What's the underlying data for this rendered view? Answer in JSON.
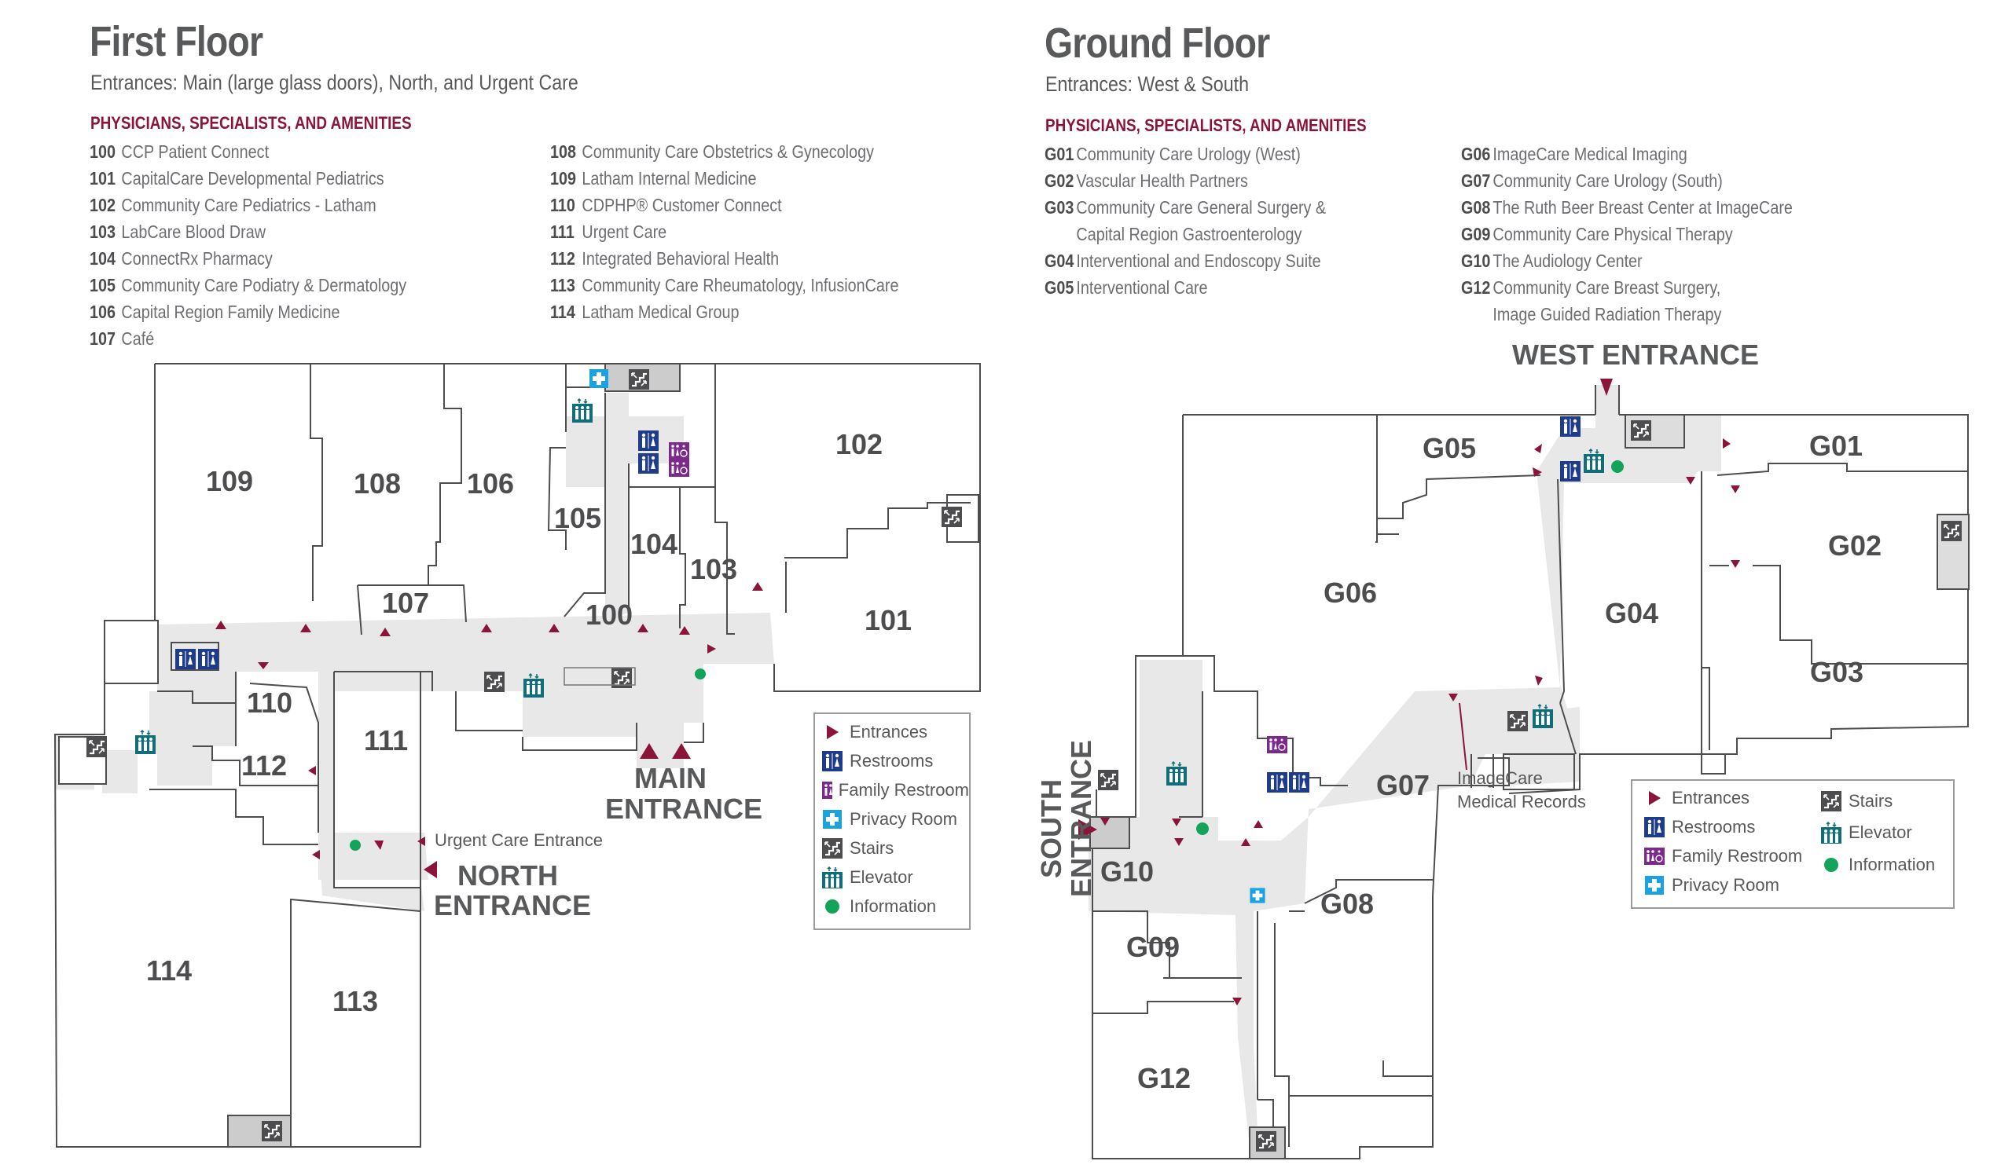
{
  "first_floor": {
    "title": "First Floor",
    "subtitle": "Entrances: Main (large glass doors), North, and Urgent Care",
    "section_heading": "PHYSICIANS, SPECIALISTS, AND AMENITIES",
    "directory_col1": [
      {
        "num": "100",
        "name": "CCP Patient Connect"
      },
      {
        "num": "101",
        "name": "CapitalCare Developmental Pediatrics"
      },
      {
        "num": "102",
        "name": "Community Care Pediatrics - Latham"
      },
      {
        "num": "103",
        "name": "LabCare Blood Draw"
      },
      {
        "num": "104",
        "name": "ConnectRx Pharmacy"
      },
      {
        "num": "105",
        "name": "Community Care Podiatry & Dermatology"
      },
      {
        "num": "106",
        "name": "Capital Region Family Medicine"
      },
      {
        "num": "107",
        "name": "Café"
      }
    ],
    "directory_col2": [
      {
        "num": "108",
        "name": "Community Care Obstetrics & Gynecology"
      },
      {
        "num": "109",
        "name": "Latham Internal Medicine"
      },
      {
        "num": "110",
        "name": "CDPHP® Customer Connect"
      },
      {
        "num": "111",
        "name": "Urgent Care"
      },
      {
        "num": "112",
        "name": "Integrated Behavioral Health"
      },
      {
        "num": "113",
        "name": "Community Care Rheumatology, InfusionCare"
      },
      {
        "num": "114",
        "name": "Latham Medical Group"
      }
    ],
    "rooms": {
      "r100": "100",
      "r101": "101",
      "r102": "102",
      "r103": "103",
      "r104": "104",
      "r105": "105",
      "r106": "106",
      "r107": "107",
      "r108": "108",
      "r109": "109",
      "r110": "110",
      "r111": "111",
      "r112": "112",
      "r113": "113",
      "r114": "114"
    },
    "labels": {
      "urgent_care_entrance": "Urgent Care Entrance",
      "north_1": "NORTH",
      "north_2": "ENTRANCE",
      "main_1": "MAIN",
      "main_2": "ENTRANCE"
    },
    "legend": [
      {
        "icon": "entrance-icon",
        "label": "Entrances"
      },
      {
        "icon": "restroom-icon",
        "label": "Restrooms"
      },
      {
        "icon": "family-restroom-icon",
        "label": "Family Restroom"
      },
      {
        "icon": "privacy-room-icon",
        "label": "Privacy Room"
      },
      {
        "icon": "stairs-icon",
        "label": "Stairs"
      },
      {
        "icon": "elevator-icon",
        "label": "Elevator"
      },
      {
        "icon": "information-icon",
        "label": "Information"
      }
    ]
  },
  "ground_floor": {
    "title": "Ground Floor",
    "subtitle": "Entrances: West & South",
    "section_heading": "PHYSICIANS, SPECIALISTS, AND AMENITIES",
    "directory_col1": [
      {
        "num": "G01",
        "name": "Community Care Urology (West)"
      },
      {
        "num": "G02",
        "name": "Vascular Health Partners"
      },
      {
        "num": "G03",
        "name": "Community Care General Surgery &",
        "cont": "Capital Region Gastroenterology"
      },
      {
        "num": "G04",
        "name": "Interventional and Endoscopy Suite"
      },
      {
        "num": "G05",
        "name": "Interventional Care"
      }
    ],
    "directory_col2": [
      {
        "num": "G06",
        "name": "ImageCare Medical Imaging"
      },
      {
        "num": "G07",
        "name": "Community Care Urology (South)"
      },
      {
        "num": "G08",
        "name": "The Ruth Beer Breast Center at ImageCare"
      },
      {
        "num": "G09",
        "name": "Community Care Physical Therapy"
      },
      {
        "num": "G10",
        "name": "The Audiology Center"
      },
      {
        "num": "G12",
        "name": "Community Care Breast Surgery,",
        "cont": "Image Guided Radiation Therapy"
      }
    ],
    "rooms": {
      "g01": "G01",
      "g02": "G02",
      "g03": "G03",
      "g04": "G04",
      "g05": "G05",
      "g06": "G06",
      "g07": "G07",
      "g08": "G08",
      "g09": "G09",
      "g10": "G10",
      "g12": "G12"
    },
    "labels": {
      "west_entrance": "WEST ENTRANCE",
      "south_1": "SOUTH",
      "south_2": "ENTRANCE",
      "records_1": "ImageCare",
      "records_2": "Medical Records"
    },
    "legend_col1": [
      {
        "icon": "entrance-icon",
        "label": "Entrances"
      },
      {
        "icon": "restroom-icon",
        "label": "Restrooms"
      },
      {
        "icon": "family-restroom-icon",
        "label": "Family Restroom"
      },
      {
        "icon": "privacy-room-icon",
        "label": "Privacy Room"
      }
    ],
    "legend_col2": [
      {
        "icon": "stairs-icon",
        "label": "Stairs"
      },
      {
        "icon": "elevator-icon",
        "label": "Elevator"
      },
      {
        "icon": "information-icon",
        "label": "Information"
      }
    ]
  },
  "colors": {
    "entrance": "#8a1538",
    "restroom": "#1f3c8c",
    "family_restroom": "#7b2a8c",
    "privacy_room": "#1aa3e0",
    "stairs": "#4d4d4f",
    "elevator": "#0f6e7a",
    "information": "#13a35a",
    "corridor": "#e8e8e8",
    "wall": "#4d4d4f"
  }
}
